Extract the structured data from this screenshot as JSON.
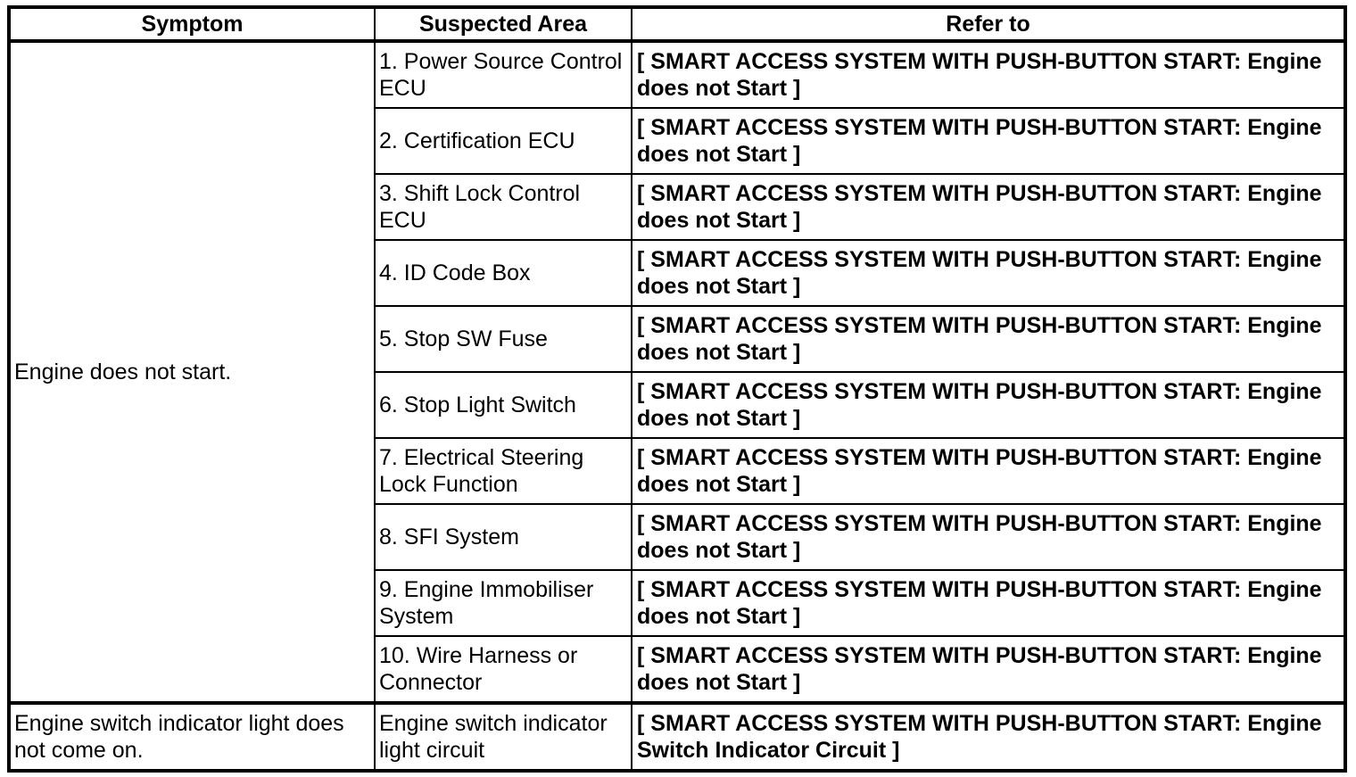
{
  "page": {
    "background_color": "#ffffff",
    "text_color": "#000000",
    "border_color": "#000000"
  },
  "table": {
    "columns": [
      {
        "label": "Symptom"
      },
      {
        "label": "Suspected Area"
      },
      {
        "label": "Refer to"
      }
    ],
    "groups": [
      {
        "symptom": "Engine does not start.",
        "rows": [
          {
            "suspected_area": "1. Power Source Control ECU",
            "refer_to": "[ SMART ACCESS SYSTEM WITH PUSH-BUTTON START: Engine does not Start ]"
          },
          {
            "suspected_area": "2. Certification ECU",
            "refer_to": "[ SMART ACCESS SYSTEM WITH PUSH-BUTTON START: Engine does not Start ]"
          },
          {
            "suspected_area": "3. Shift Lock Control ECU",
            "refer_to": "[ SMART ACCESS SYSTEM WITH PUSH-BUTTON START: Engine does not Start ]"
          },
          {
            "suspected_area": "4. ID Code Box",
            "refer_to": "[ SMART ACCESS SYSTEM WITH PUSH-BUTTON START: Engine does not Start ]"
          },
          {
            "suspected_area": "5. Stop SW Fuse",
            "refer_to": "[ SMART ACCESS SYSTEM WITH PUSH-BUTTON START: Engine does not Start ]"
          },
          {
            "suspected_area": "6. Stop Light Switch",
            "refer_to": "[ SMART ACCESS SYSTEM WITH PUSH-BUTTON START: Engine does not Start ]"
          },
          {
            "suspected_area": "7. Electrical Steering Lock Function",
            "refer_to": "[ SMART ACCESS SYSTEM WITH PUSH-BUTTON START: Engine does not Start ]"
          },
          {
            "suspected_area": "8. SFI System",
            "refer_to": "[ SMART ACCESS SYSTEM WITH PUSH-BUTTON START: Engine does not Start ]"
          },
          {
            "suspected_area": "9. Engine Immobiliser System",
            "refer_to": "[ SMART ACCESS SYSTEM WITH PUSH-BUTTON START: Engine does not Start ]"
          },
          {
            "suspected_area": "10. Wire Harness or Connector",
            "refer_to": "[ SMART ACCESS SYSTEM WITH PUSH-BUTTON START: Engine does not Start ]"
          }
        ]
      },
      {
        "symptom": "Engine switch indicator light does not come on.",
        "rows": [
          {
            "suspected_area": "Engine switch indicator light circuit",
            "refer_to": "[ SMART ACCESS SYSTEM WITH PUSH-BUTTON START: Engine Switch Indicator Circuit ]"
          }
        ]
      }
    ]
  }
}
